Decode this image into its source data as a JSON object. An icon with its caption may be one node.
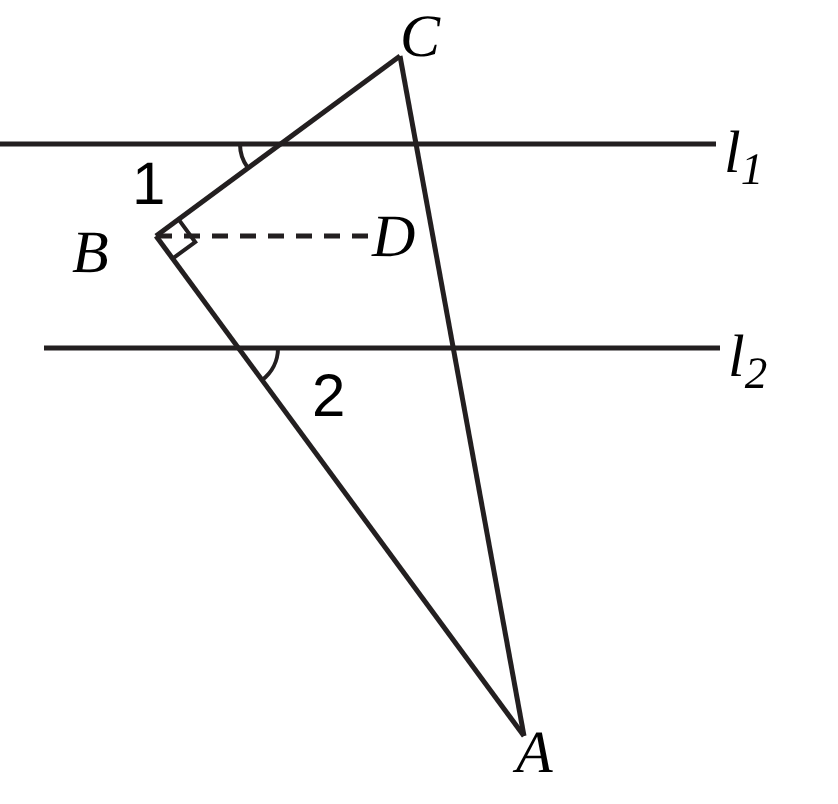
{
  "diagram": {
    "nodes": [
      {
        "text": [
          "C"
        ]
      },
      {
        "text": [
          "B"
        ]
      },
      {
        "text": [
          "D"
        ]
      },
      {
        "text": [
          "A"
        ]
      }
    ],
    "edges": [
      {
        "from": 1,
        "to": 0,
        "arrow": "none"
      },
      {
        "from": 0,
        "to": 3,
        "arrow": "none"
      },
      {
        "from": 1,
        "to": 3,
        "arrow": "none"
      },
      {
        "from": 1,
        "to": 2,
        "arrow": "none",
        "style": "dashed"
      }
    ],
    "labels": [
      "l$_{1}$",
      "1",
      "l$_{2}$",
      "2"
    ]
  }
}
